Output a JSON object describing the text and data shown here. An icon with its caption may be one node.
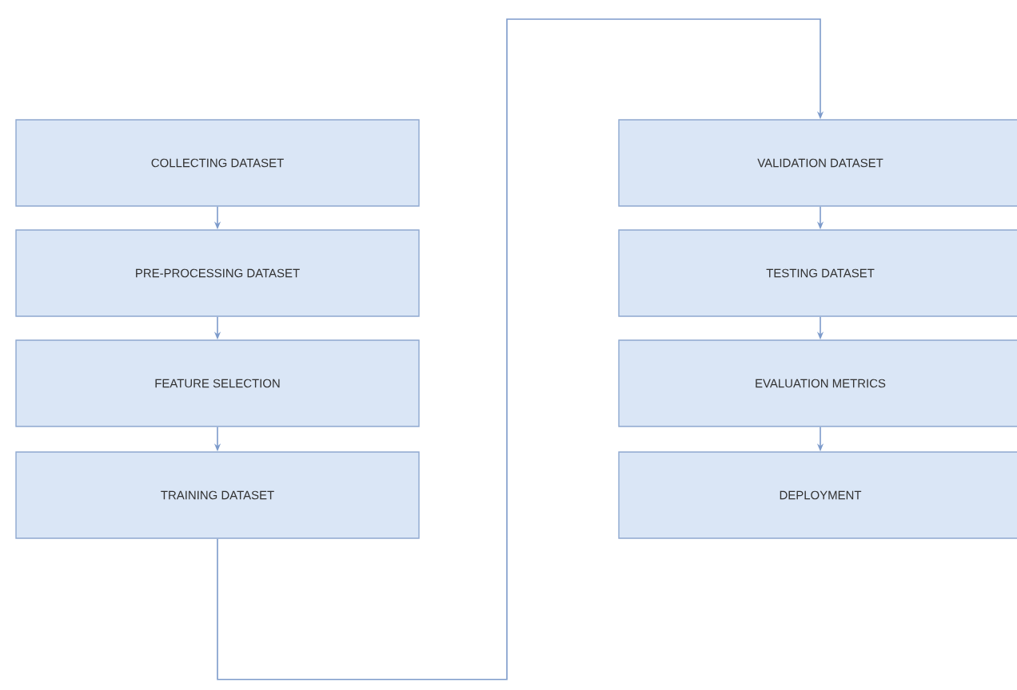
{
  "diagram": {
    "nodes": [
      {
        "text": [
          "COLLECTING DATASET"
        ]
      },
      {
        "text": [
          "PRE-PROCESSING DATASET"
        ]
      },
      {
        "text": [
          "FEATURE SELECTION"
        ]
      },
      {
        "text": [
          "TRAINING DATASET"
        ]
      },
      {
        "text": [
          "VALIDATION DATASET"
        ]
      },
      {
        "text": [
          "TESTING DATASET"
        ]
      },
      {
        "text": [
          "EVALUATION METRICS"
        ]
      },
      {
        "text": [
          "DEPLOYMENT"
        ]
      }
    ],
    "edges": [
      {
        "from": 0,
        "to": 1,
        "arrow": "to"
      },
      {
        "from": 1,
        "to": 2,
        "arrow": "to"
      },
      {
        "from": 2,
        "to": 3,
        "arrow": "to"
      },
      {
        "from": 3,
        "to": 4,
        "arrow": "to"
      },
      {
        "from": 4,
        "to": 5,
        "arrow": "to"
      },
      {
        "from": 5,
        "to": 6,
        "arrow": "to"
      },
      {
        "from": 6,
        "to": 7,
        "arrow": "to"
      }
    ]
  }
}
